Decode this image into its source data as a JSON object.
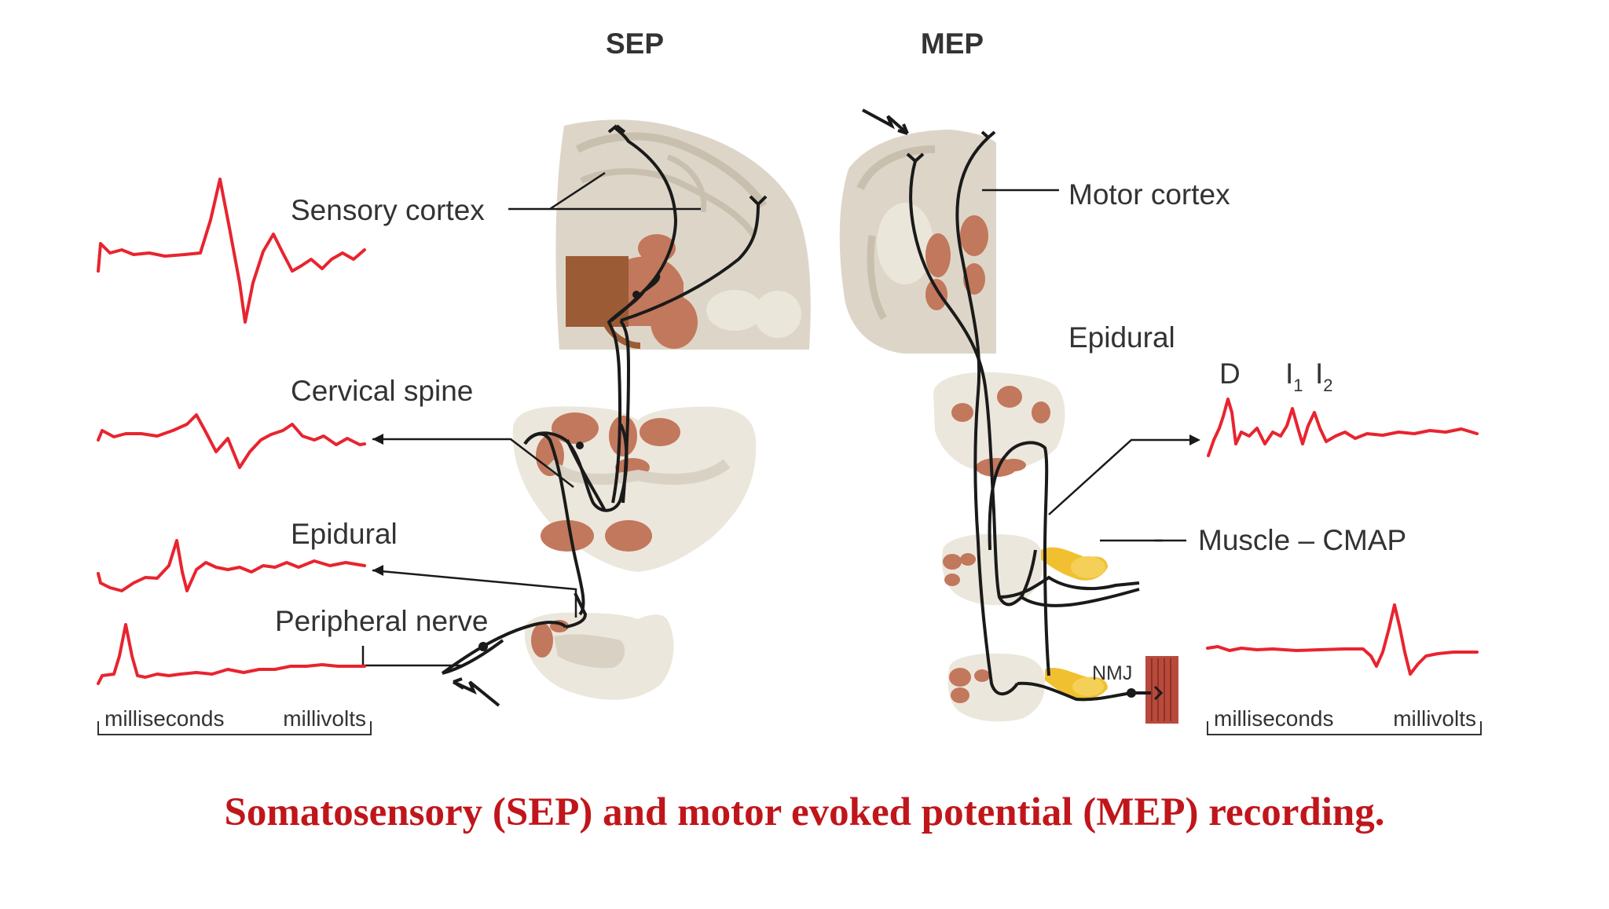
{
  "headers": {
    "sep": "SEP",
    "mep": "MEP"
  },
  "labels": {
    "sensory_cortex": "Sensory cortex",
    "cervical_spine": "Cervical spine",
    "epidural_left": "Epidural",
    "peripheral_nerve": "Peripheral nerve",
    "motor_cortex": "Motor cortex",
    "epidural_right": "Epidural",
    "muscle_cmap": "Muscle – CMAP",
    "nmj": "NMJ"
  },
  "waves": {
    "d": "D",
    "i": "I",
    "i1_sub": "1",
    "i2_sub": "2"
  },
  "scale_left": {
    "time": "milliseconds",
    "amplitude": "millivolts"
  },
  "scale_right": {
    "time": "milliseconds",
    "amplitude": "millivolts"
  },
  "caption": "Somatosensory (SEP) and motor evoked potential (MEP) recording.",
  "colors": {
    "trace": "#e8242f",
    "caption": "#c0161b",
    "brain_tissue": "#ddd6c8",
    "grey_matter": "#ebe6da",
    "nucleus": "#c2785c",
    "nerve": "#1a1a1a",
    "ganglion": "#f0c030",
    "muscle": "#b84a3c"
  }
}
